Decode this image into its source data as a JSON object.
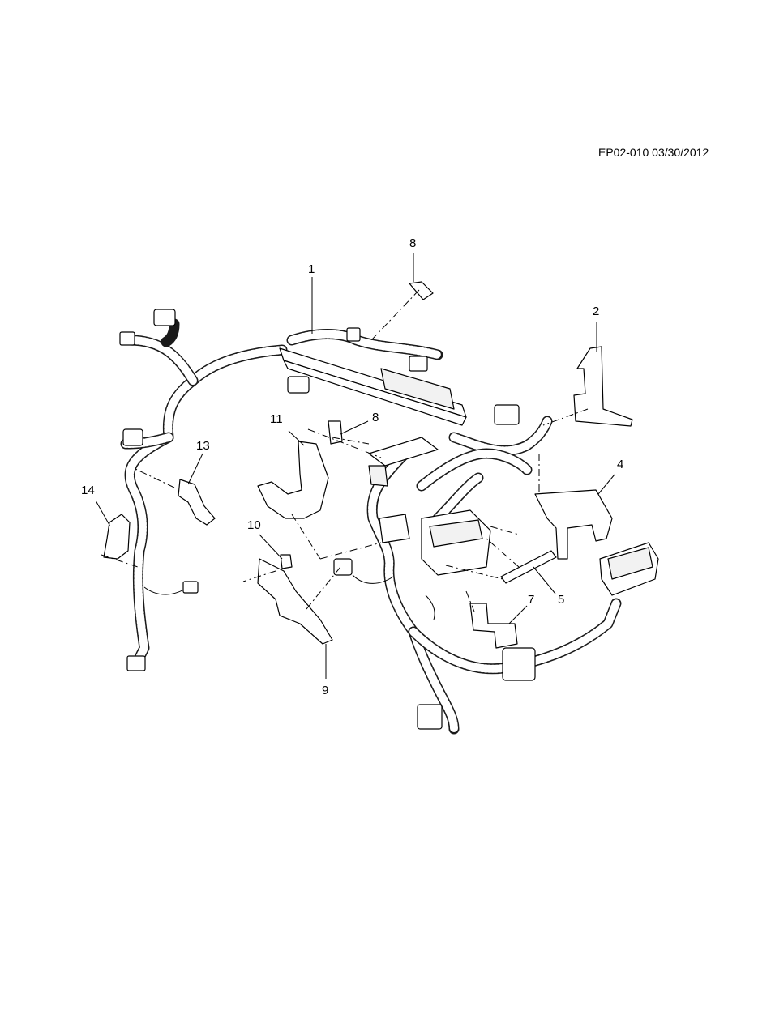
{
  "header": {
    "ref_code": "EP02-010 03/30/2012"
  },
  "callouts": {
    "c1": "1",
    "c2": "2",
    "c4": "4",
    "c5": "5",
    "c7": "7",
    "c8a": "8",
    "c8b": "8",
    "c9": "9",
    "c10": "10",
    "c11": "11",
    "c13": "13",
    "c14": "14"
  }
}
